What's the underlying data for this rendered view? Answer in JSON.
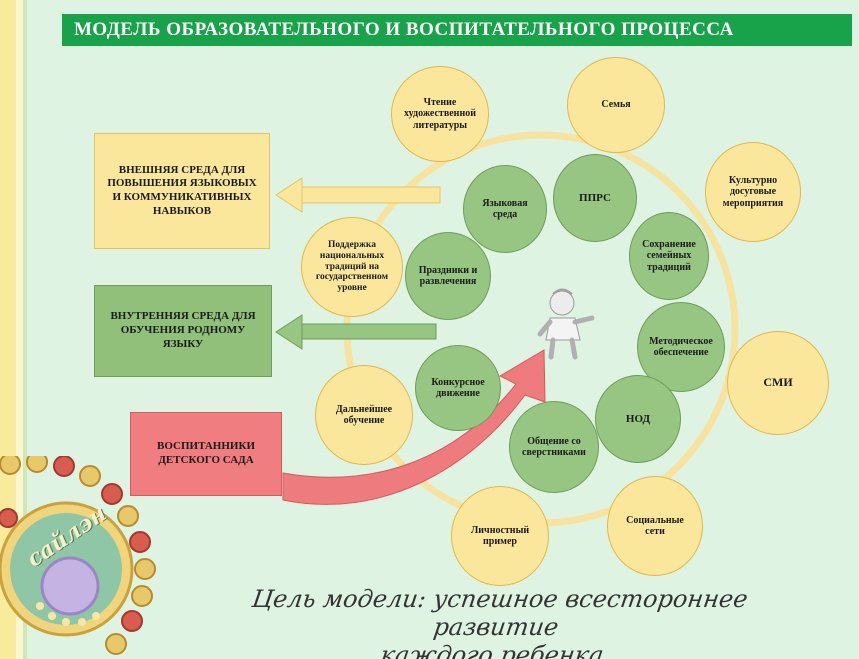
{
  "title": "МОДЕЛЬ ОБРАЗОВАТЕЛЬНОГО И ВОСПИТАТЕЛЬНОГО ПРОЦЕССА",
  "outer_circles": [
    {
      "id": "reading",
      "label": "Чтение художественной литературы"
    },
    {
      "id": "family",
      "label": "Семья"
    },
    {
      "id": "culture",
      "label": "Культурно досуговые мероприятия"
    },
    {
      "id": "media",
      "label": "СМИ"
    },
    {
      "id": "social",
      "label": "Социальные сети"
    },
    {
      "id": "example",
      "label": "Личностный пример"
    },
    {
      "id": "further",
      "label": "Дальнейшее обучение"
    },
    {
      "id": "traditions",
      "label": "Поддержка национальных традиций на государственном уровне"
    }
  ],
  "inner_circles": [
    {
      "id": "language",
      "label": "Языковая среда"
    },
    {
      "id": "pprs",
      "label": "ППРС"
    },
    {
      "id": "family_trad",
      "label": "Сохранение семейных традиций"
    },
    {
      "id": "method",
      "label": "Методическое обеспечение"
    },
    {
      "id": "nod",
      "label": "НОД"
    },
    {
      "id": "peers",
      "label": "Общение со сверстниками"
    },
    {
      "id": "contest",
      "label": "Конкурсное движение"
    },
    {
      "id": "holidays",
      "label": "Праздники и развлечения"
    }
  ],
  "boxes": {
    "external": "ВНЕШНЯЯ СРЕДА ДЛЯ ПОВЫШЕНИЯ ЯЗЫКОВЫХ И КОММУНИКАТИВНЫХ НАВЫКОВ",
    "internal": "ВНУТРЕННЯЯ СРЕДА ДЛЯ ОБУЧЕНИЯ РОДНОМУ ЯЗЫКУ",
    "pupils": "ВОСПИТАННИКИ ДЕТСКОГО САДА"
  },
  "goal_line1": "Цель модели: успешное всестороннее развитие",
  "goal_line2": "каждого ребенка",
  "logo_text": "сайлэн",
  "colors": {
    "title_bar": "#18a34a",
    "outer_circle": "#fbe79c",
    "inner_circle": "#97c582",
    "center_circle": "#f2777a",
    "ring": "#f7e3a0",
    "background": "#dff3e3"
  }
}
